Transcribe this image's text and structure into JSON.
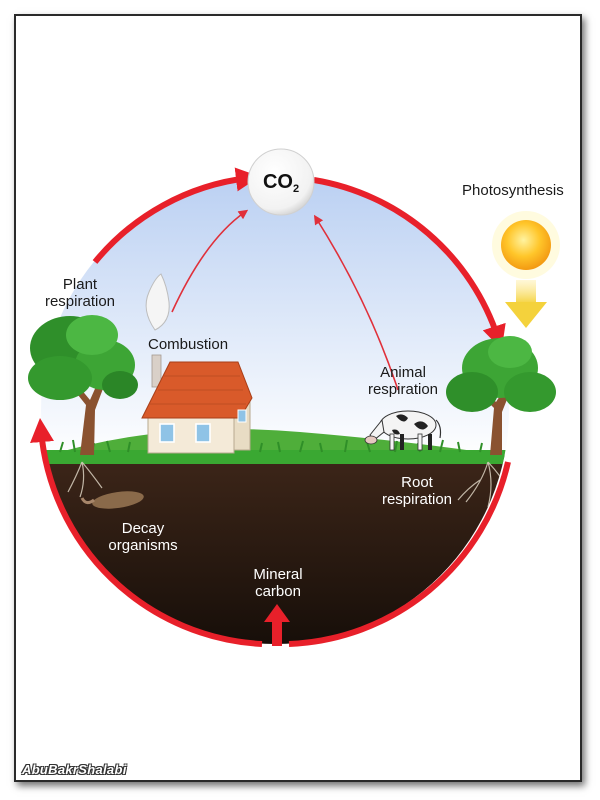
{
  "labels": {
    "co2_main": "CO",
    "co2_sub": "2",
    "photosynthesis": "Photosynthesis",
    "plant_respiration": [
      "Plant",
      "respiration"
    ],
    "combustion": "Combustion",
    "animal_respiration": [
      "Animal",
      "respiration"
    ],
    "root_respiration": [
      "Root",
      "respiration"
    ],
    "decay_organisms": [
      "Decay",
      "organisms"
    ],
    "mineral_carbon": [
      "Mineral",
      "carbon"
    ]
  },
  "watermark": "AbuBakrShalabi",
  "colors": {
    "cycle_arrow": "#e8202a",
    "sky_top": "#c4d6f4",
    "sky_bottom": "#ffffff",
    "soil_top": "#3a2418",
    "soil_bottom": "#150d08",
    "grass": "#3aa832",
    "sun": "#ffc62a",
    "sun_ray_arrow": "#f6dc58"
  },
  "icons": {
    "co2": "co2-bubble-icon",
    "sun": "sun-icon",
    "trees": "tree-icon",
    "house": "house-icon",
    "cow": "cow-icon",
    "smoke": "smoke-icon"
  }
}
